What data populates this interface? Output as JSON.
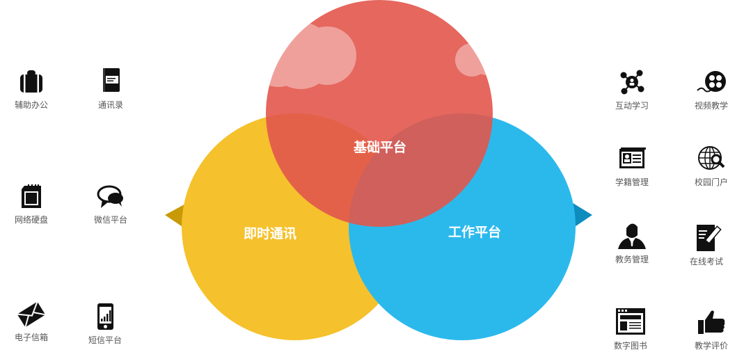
{
  "venn": {
    "top": {
      "label": "基础平台",
      "color": "#e2574c"
    },
    "left": {
      "label": "即时通讯",
      "color": "#f5c12c"
    },
    "right": {
      "label": "工作平台",
      "color": "#2bb9ec"
    },
    "left_arrow_color": "#c89a08",
    "right_arrow_color": "#0e8cbe"
  },
  "left_features": [
    {
      "label": "辅助办公",
      "icon": "briefcase-icon"
    },
    {
      "label": "通讯录",
      "icon": "address-book-icon"
    },
    {
      "label": "网络硬盘",
      "icon": "sd-card-icon"
    },
    {
      "label": "微信平台",
      "icon": "chat-bubbles-icon"
    },
    {
      "label": "电子信箱",
      "icon": "envelope-icon"
    },
    {
      "label": "短信平台",
      "icon": "mobile-signal-icon"
    }
  ],
  "right_features": [
    {
      "label": "互动学习",
      "icon": "network-people-icon"
    },
    {
      "label": "视频教学",
      "icon": "film-reel-icon"
    },
    {
      "label": "学籍管理",
      "icon": "id-card-icon"
    },
    {
      "label": "校园门户",
      "icon": "globe-search-icon"
    },
    {
      "label": "教务管理",
      "icon": "teacher-icon"
    },
    {
      "label": "在线考试",
      "icon": "exam-pencil-icon"
    },
    {
      "label": "数字图书",
      "icon": "digital-book-icon"
    },
    {
      "label": "教学评价",
      "icon": "thumbs-up-icon"
    }
  ]
}
